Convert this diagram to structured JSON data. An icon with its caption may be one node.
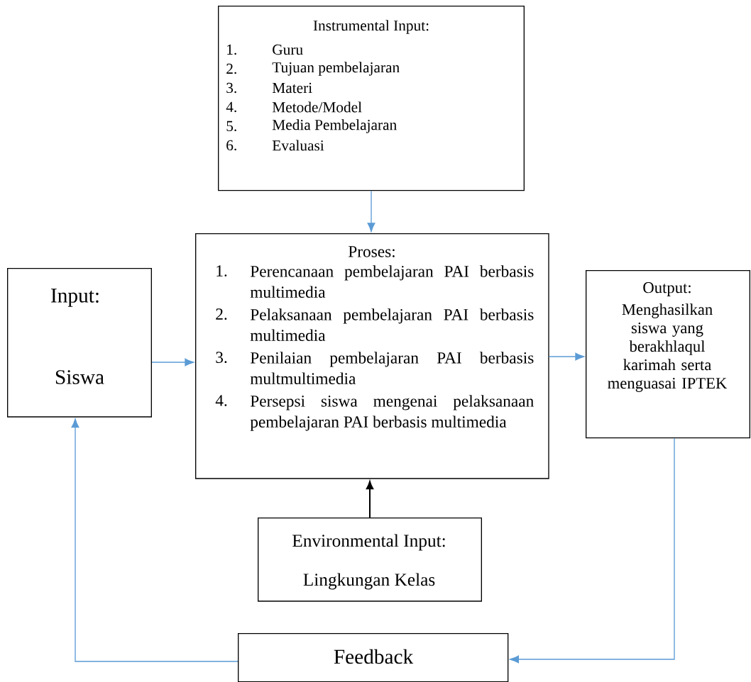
{
  "diagram": {
    "nodes": [
      {
        "text": [
          "Instrumental Input:",
          "1.",
          "Guru",
          "2.",
          "Tujuan pembelajaran",
          "3.",
          "Materi",
          "4.",
          "Metode/Model",
          "5.",
          "Media Pembelajaran",
          "6.",
          "Evaluasi"
        ]
      },
      {
        "text": [
          "Input:",
          "Siswa"
        ]
      },
      {
        "text": [
          "Proses:",
          "1.",
          "Perencanaan pembelajaran PAI berbasis multimedia",
          "2.",
          "Pelaksanaan pembelajaran PAI berbasis multimedia",
          "3.",
          "Penilaian pembelajaran PAI berbasis multmultimedia",
          "4.",
          "Persepsi siswa mengenai pelaksanaan pembelajaran PAI berbasis multimedia"
        ]
      },
      {
        "text": [
          "Output:",
          "Menghasilkan siswa yang berakhlaqul karimah serta menguasai IPTEK"
        ]
      },
      {
        "text": [
          "Environmental Input:",
          "Lingkungan Kelas"
        ]
      },
      {
        "text": [
          "Feedback"
        ]
      }
    ],
    "edges": [
      {
        "from": 0,
        "to": 2,
        "arrow": "to"
      },
      {
        "from": 1,
        "to": 2,
        "arrow": "to"
      },
      {
        "from": 2,
        "to": 3,
        "arrow": "to"
      },
      {
        "from": 4,
        "to": 2,
        "arrow": "to",
        "color": "#000000"
      },
      {
        "from": 3,
        "to": 5,
        "arrow": "to"
      },
      {
        "from": 5,
        "to": 1,
        "arrow": "to"
      }
    ]
  }
}
